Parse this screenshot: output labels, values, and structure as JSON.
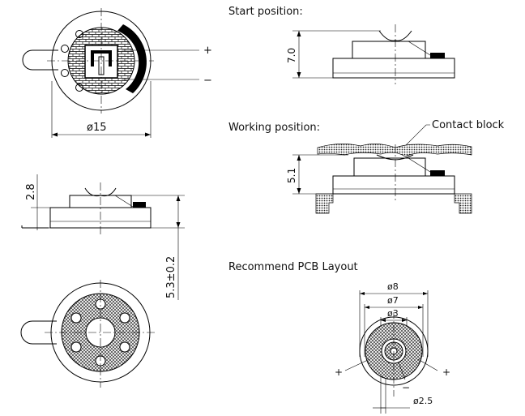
{
  "titles": {
    "start": "Start position:",
    "working": "Working position:",
    "pcb": "Recommend PCB Layout"
  },
  "annotations": {
    "contact_block": "Contact block",
    "plus": "+",
    "minus": "−",
    "pcb_plus": "+",
    "pcb_minus": "−"
  },
  "dimensions": {
    "diameter": "ø15",
    "side_height": "2.8",
    "total_height": "5.3±0.2",
    "start_height": "7.0",
    "working_height": "5.1",
    "pcb_d8": "ø8",
    "pcb_d7": "ø7",
    "pcb_d3": "ø3",
    "pcb_d25": "ø2.5"
  }
}
